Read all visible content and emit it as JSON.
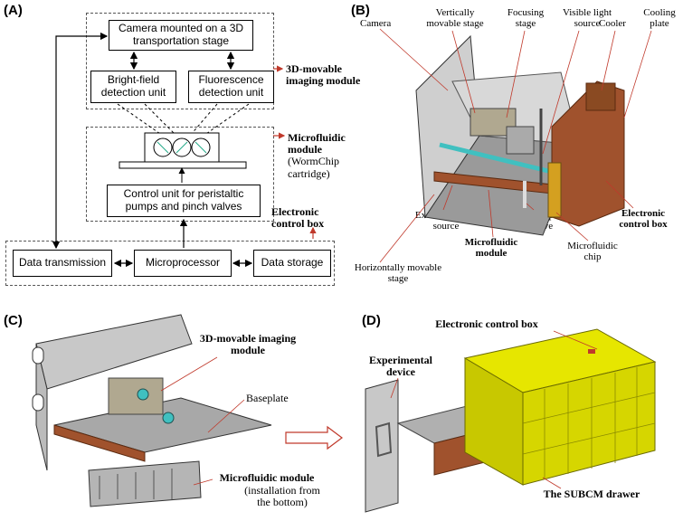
{
  "panels": {
    "A": {
      "label": "(A)",
      "camera_box": "Camera mounted on a 3D transportation stage",
      "brightfield_box": "Bright-field detection unit",
      "fluorescence_box": "Fluorescence detection unit",
      "control_unit_box": "Control unit for peristaltic pumps and pinch valves",
      "data_transmission_box": "Data transmission",
      "microprocessor_box": "Microprocessor",
      "data_storage_box": "Data storage",
      "imaging_module_label": "3D-movable imaging module",
      "microfluidic_label": "Microfluidic module",
      "microfluidic_sub": "(WormChip cartridge)",
      "electronic_label": "Electronic control box"
    },
    "B": {
      "label": "(B)",
      "camera": "Camera",
      "vertical_stage": "Vertically movable stage",
      "focusing_stage": "Focusing stage",
      "visible_light": "Visible light source",
      "cooler": "Cooler",
      "cooling_plate": "Cooling plate",
      "excitation": "Excitation light source",
      "microfluidic_module": "Microfluidic module",
      "objective": "Microscope objective",
      "electronic_box": "Electronic control box",
      "microfluidic_chip": "Microfluidic chip",
      "horizontal_stage": "Horizontally movable stage"
    },
    "C": {
      "label": "(C)",
      "imaging_module": "3D-movable imaging module",
      "baseplate": "Baseplate",
      "microfluidic_module": "Microfluidic module",
      "installation": "(installation from the bottom)"
    },
    "D": {
      "label": "(D)",
      "electronic_box": "Electronic control box",
      "experimental_device": "Experimental device",
      "drawer": "The SUBCM drawer"
    }
  },
  "colors": {
    "red_arrow": "#c0392b",
    "copper": "#a0522d",
    "yellow_drawer": "#e6e600",
    "steel": "#b8b8b8",
    "teal_beam": "#40c0c0"
  }
}
